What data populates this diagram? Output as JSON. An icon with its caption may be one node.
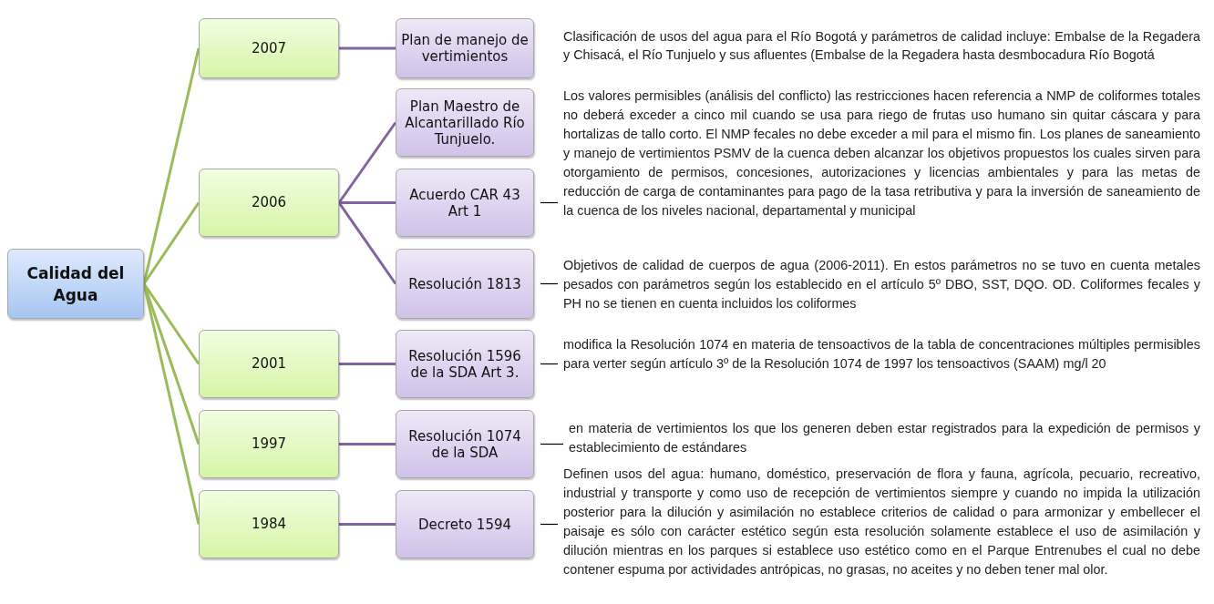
{
  "diagram": {
    "nodes": [
      {
        "text": [
          "Calidad del Agua"
        ]
      },
      {
        "text": [
          "2007"
        ]
      },
      {
        "text": [
          "2006"
        ]
      },
      {
        "text": [
          "2001"
        ]
      },
      {
        "text": [
          "1997"
        ]
      },
      {
        "text": [
          "1984"
        ]
      },
      {
        "text": [
          "Plan de manejo de vertimientos"
        ]
      },
      {
        "text": [
          "Plan Maestro de Alcantarillado Río Tunjuelo."
        ]
      },
      {
        "text": [
          "Acuerdo CAR 43 Art 1"
        ]
      },
      {
        "text": [
          "Resolución 1813"
        ]
      },
      {
        "text": [
          "Resolución 1596 de la SDA Art 3."
        ]
      },
      {
        "text": [
          "Resolución 1074 de la SDA"
        ]
      },
      {
        "text": [
          "Decreto 1594"
        ]
      },
      {
        "text": [
          "Los valores permisibles (análisis del conflicto) las restricciones hacen referencia a NMP de coliformes totales no deberá exceder a cinco mil cuando se usa para riego de frutas uso humano sin quitar cáscara y para hortalizas de tallo corto. El NMP fecales no debe exceder a mil para el mismo fin. Los planes de saneamiento y manejo de vertimientos PSMV de la cuenca deben alcanzar los objetivos propuestos los cuales sirven para otorgamiento de permisos, concesiones, autorizaciones y licencias ambientales y para las metas de reducción de carga de contaminantes para pago de la tasa retributiva y para la inversión de saneamiento de la cuenca de los niveles nacional, departamental y municipal"
        ]
      },
      {
        "text": [
          "Objetivos de calidad de cuerpos de agua (2006-2011). En estos parámetros no se tuvo en cuenta metales pesados con parámetros según los establecido en el artículo 5º DBO, SST, DQO. OD. Coliformes fecales y PH no se tienen en cuenta incluidos los coliformes"
        ]
      },
      {
        "text": [
          "modifica la Resolución 1074 en materia de tensoactivos de la tabla de concentraciones múltiples permisibles para verter según artículo 3º de la Resolución 1074 de 1997 los tensoactivos (SAAM) mg/l 20"
        ]
      },
      {
        "text": [
          "en materia de vertimientos los que los generen deben estar registrados para la expedición de permisos y establecimiento de estándares"
        ]
      },
      {
        "text": [
          "Definen usos del agua: humano, doméstico, preservación de flora y fauna, agrícola, pecuario, recreativo, industrial y transporte y como uso de recepción de vertimientos siempre y cuando no impida la utilización posterior para la dilución y asimilación no establece criterios de calidad o para armonizar y embellecer el paisaje es sólo con carácter estético según esta resolución solamente establece el uso de asimilación y dilución mientras en los parques si establece uso estético como en el Parque Entrenubes el cual no debe contener espuma por actividades antrópicas, no grasas, no aceites y no deben tener mal olor."
        ]
      }
    ],
    "edges": [
      {
        "from": 0,
        "to": 1,
        "arrow": "none",
        "color": "#9bbb59"
      },
      {
        "from": 0,
        "to": 2,
        "arrow": "none",
        "color": "#9bbb59"
      },
      {
        "from": 0,
        "to": 3,
        "arrow": "none",
        "color": "#9bbb59"
      },
      {
        "from": 0,
        "to": 4,
        "arrow": "none",
        "color": "#9bbb59"
      },
      {
        "from": 0,
        "to": 5,
        "arrow": "none",
        "color": "#9bbb59"
      },
      {
        "from": 1,
        "to": 6,
        "arrow": "none",
        "color": "#8064a2"
      },
      {
        "from": 2,
        "to": 7,
        "arrow": "none",
        "color": "#8064a2"
      },
      {
        "from": 2,
        "to": 8,
        "arrow": "none",
        "color": "#8064a2"
      },
      {
        "from": 2,
        "to": 9,
        "arrow": "none",
        "color": "#8064a2"
      },
      {
        "from": 3,
        "to": 10,
        "arrow": "none",
        "color": "#8064a2"
      },
      {
        "from": 4,
        "to": 11,
        "arrow": "none",
        "color": "#8064a2"
      },
      {
        "from": 5,
        "to": 12,
        "arrow": "none",
        "color": "#8064a2"
      },
      {
        "from": 8,
        "to": 13,
        "arrow": "none",
        "color": "#000000"
      },
      {
        "from": 9,
        "to": 14,
        "arrow": "none",
        "color": "#000000"
      },
      {
        "from": 10,
        "to": 15,
        "arrow": "none",
        "color": "#000000"
      },
      {
        "from": 11,
        "to": 16,
        "arrow": "none",
        "color": "#000000"
      },
      {
        "from": 12,
        "to": 17,
        "arrow": "none",
        "color": "#000000"
      }
    ],
    "labels": [
      "Clasificación de usos del agua para el Río Bogotá y parámetros de calidad incluye: Embalse de la Regadera y Chisacá, el Río Tunjuelo y sus afluentes (Embalse de la Regadera hasta desmbocadura Río Bogotá"
    ]
  }
}
